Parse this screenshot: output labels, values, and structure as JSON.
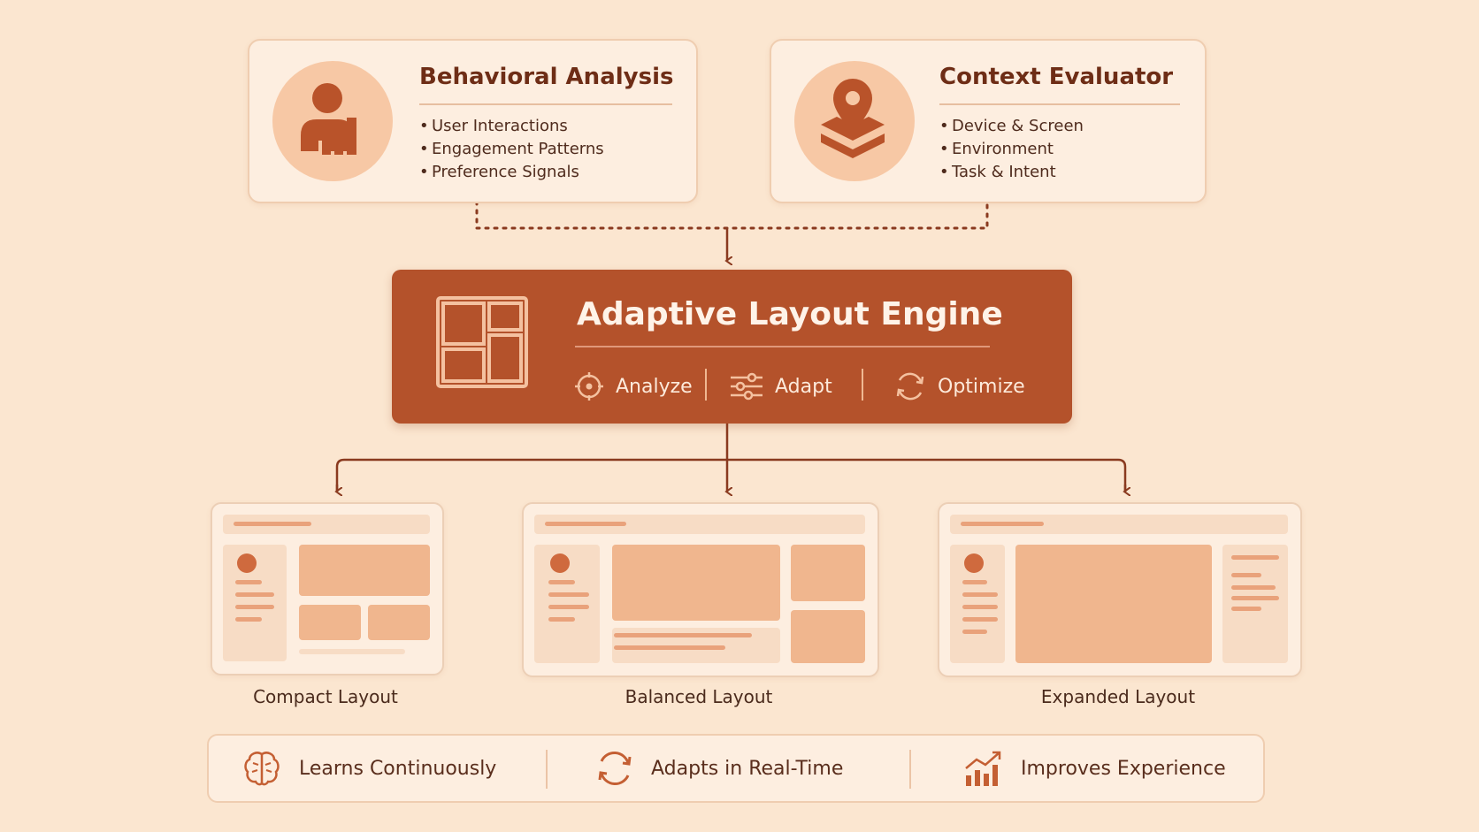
{
  "colors": {
    "background": "#fbe6d0",
    "engine": "#b4522b",
    "accent": "#cf6a3e",
    "connector": "#8a3a1f"
  },
  "inputs": [
    {
      "title": "Behavioral Analysis",
      "icon": "user-chart-icon",
      "items": [
        "User Interactions",
        "Engagement Patterns",
        "Preference Signals"
      ]
    },
    {
      "title": "Context Evaluator",
      "icon": "location-layers-icon",
      "items": [
        "Device & Screen",
        "Environment",
        "Task & Intent"
      ]
    }
  ],
  "engine": {
    "title": "Adaptive Layout Engine",
    "icon": "layout-grid-icon",
    "steps": [
      {
        "label": "Analyze",
        "icon": "target-icon"
      },
      {
        "label": "Adapt",
        "icon": "sliders-icon"
      },
      {
        "label": "Optimize",
        "icon": "refresh-icon"
      }
    ]
  },
  "layouts": [
    {
      "caption": "Compact Layout"
    },
    {
      "caption": "Balanced Layout"
    },
    {
      "caption": "Expanded Layout"
    }
  ],
  "benefits": [
    {
      "label": "Learns Continuously",
      "icon": "brain-icon"
    },
    {
      "label": "Adapts in Real-Time",
      "icon": "sync-icon"
    },
    {
      "label": "Improves Experience",
      "icon": "growth-chart-icon"
    }
  ]
}
